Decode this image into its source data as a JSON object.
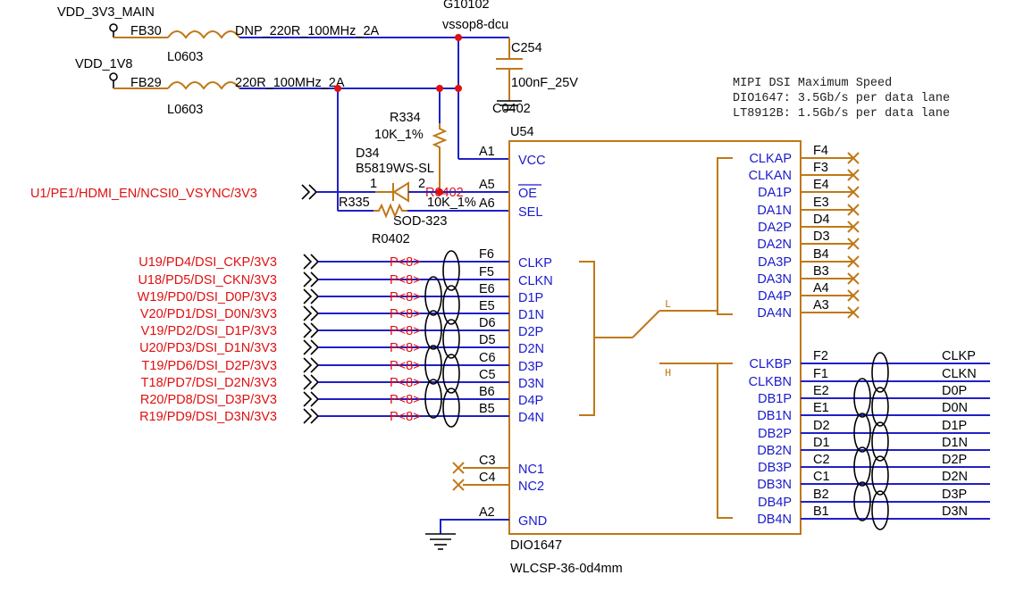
{
  "nets": {
    "vdd_3v3_main": "VDD_3V3_MAIN",
    "vdd_1v8": "VDD_1V8",
    "hdmi_en": "U1/PE1/HDMI_EN/NCSI0_VSYNC/3V3",
    "dsi_left": [
      "U19/PD4/DSI_CKP/3V3",
      "U18/PD5/DSI_CKN/3V3",
      "W19/PD0/DSI_D0P/3V3",
      "V20/PD1/DSI_D0N/3V3",
      "V19/PD2/DSI_D1P/3V3",
      "U20/PD3/DSI_D1N/3V3",
      "T19/PD6/DSI_D2P/3V3",
      "T18/PD7/DSI_D2N/3V3",
      "R20/PD8/DSI_D3P/3V3",
      "R19/PD9/DSI_D3N/3V3"
    ],
    "port_tag": "P<8>",
    "right_out": [
      "CLKP",
      "CLKN",
      "D0P",
      "D0N",
      "D1P",
      "D1N",
      "D2P",
      "D2N",
      "D3P",
      "D3N"
    ]
  },
  "components": {
    "fb30": {
      "ref": "FB30",
      "value": "DNP_220R_100MHz_2A",
      "pkg": "L0603"
    },
    "fb29": {
      "ref": "FB29",
      "value": "220R_100MHz_2A",
      "pkg": "L0603"
    },
    "c254": {
      "ref": "C254",
      "value": "100nF_25V",
      "pkg": "C0402",
      "top_ref": "G10102",
      "top_pkg": "vssop8-dcu"
    },
    "r334": {
      "ref": "R334",
      "value": "10K_1%",
      "pkg": "R0402"
    },
    "d34": {
      "ref": "D34",
      "value": "B5819WS-SL",
      "pkg": "SOD-323",
      "pin1": "1",
      "pin2": "2"
    },
    "r335": {
      "ref": "R335",
      "value": "10K_1%",
      "pkg": "R0402"
    },
    "u54": {
      "ref": "U54",
      "part": "DIO1647",
      "pkg": "WLCSP-36-0d4mm"
    }
  },
  "note": [
    "MIPI DSI Maximum Speed",
    "DIO1647: 3.5Gb/s per data lane",
    "LT8912B: 1.5Gb/s per data lane"
  ],
  "u54_left_pins": [
    {
      "ball": "A1",
      "name": "VCC"
    },
    {
      "ball": "A5",
      "name": "OE"
    },
    {
      "ball": "A6",
      "name": "SEL"
    },
    {
      "ball": "F6",
      "name": "CLKP"
    },
    {
      "ball": "F5",
      "name": "CLKN"
    },
    {
      "ball": "E6",
      "name": "D1P"
    },
    {
      "ball": "E5",
      "name": "D1N"
    },
    {
      "ball": "D6",
      "name": "D2P"
    },
    {
      "ball": "D5",
      "name": "D2N"
    },
    {
      "ball": "C6",
      "name": "D3P"
    },
    {
      "ball": "C5",
      "name": "D3N"
    },
    {
      "ball": "B6",
      "name": "D4P"
    },
    {
      "ball": "B5",
      "name": "D4N"
    },
    {
      "ball": "C3",
      "name": "NC1"
    },
    {
      "ball": "C4",
      "name": "NC2"
    },
    {
      "ball": "A2",
      "name": "GND"
    }
  ],
  "u54_right_pins_a": [
    {
      "ball": "F4",
      "name": "CLKAP"
    },
    {
      "ball": "F3",
      "name": "CLKAN"
    },
    {
      "ball": "E4",
      "name": "DA1P"
    },
    {
      "ball": "E3",
      "name": "DA1N"
    },
    {
      "ball": "D4",
      "name": "DA2P"
    },
    {
      "ball": "D3",
      "name": "DA2N"
    },
    {
      "ball": "B4",
      "name": "DA3P"
    },
    {
      "ball": "B3",
      "name": "DA3N"
    },
    {
      "ball": "A4",
      "name": "DA4P"
    },
    {
      "ball": "A3",
      "name": "DA4N"
    }
  ],
  "u54_right_pins_b": [
    {
      "ball": "F2",
      "name": "CLKBP"
    },
    {
      "ball": "F1",
      "name": "CLKBN"
    },
    {
      "ball": "E2",
      "name": "DB1P"
    },
    {
      "ball": "E1",
      "name": "DB1N"
    },
    {
      "ball": "D2",
      "name": "DB2P"
    },
    {
      "ball": "D1",
      "name": "DB2N"
    },
    {
      "ball": "C2",
      "name": "DB3P"
    },
    {
      "ball": "C1",
      "name": "DB3N"
    },
    {
      "ball": "B2",
      "name": "DB4P"
    },
    {
      "ball": "B1",
      "name": "DB4N"
    }
  ],
  "switch": {
    "low": "L",
    "high": "H"
  },
  "colors": {
    "wire": "#2020c8",
    "symbol": "#c07818",
    "net_label": "#e01010",
    "pin_name": "#1a1acc"
  }
}
